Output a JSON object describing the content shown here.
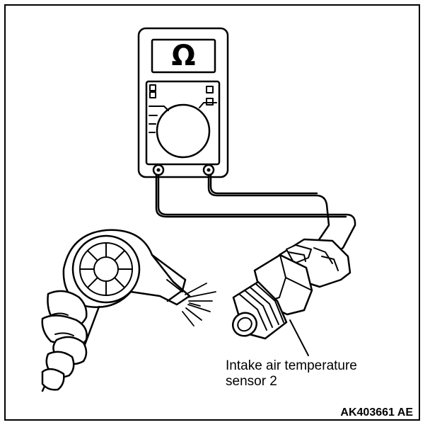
{
  "diagram": {
    "meter_symbol": "Ω",
    "callout_line1": "Intake air temperature",
    "callout_line2": "sensor 2",
    "figure_code": "AK403661 AE"
  }
}
